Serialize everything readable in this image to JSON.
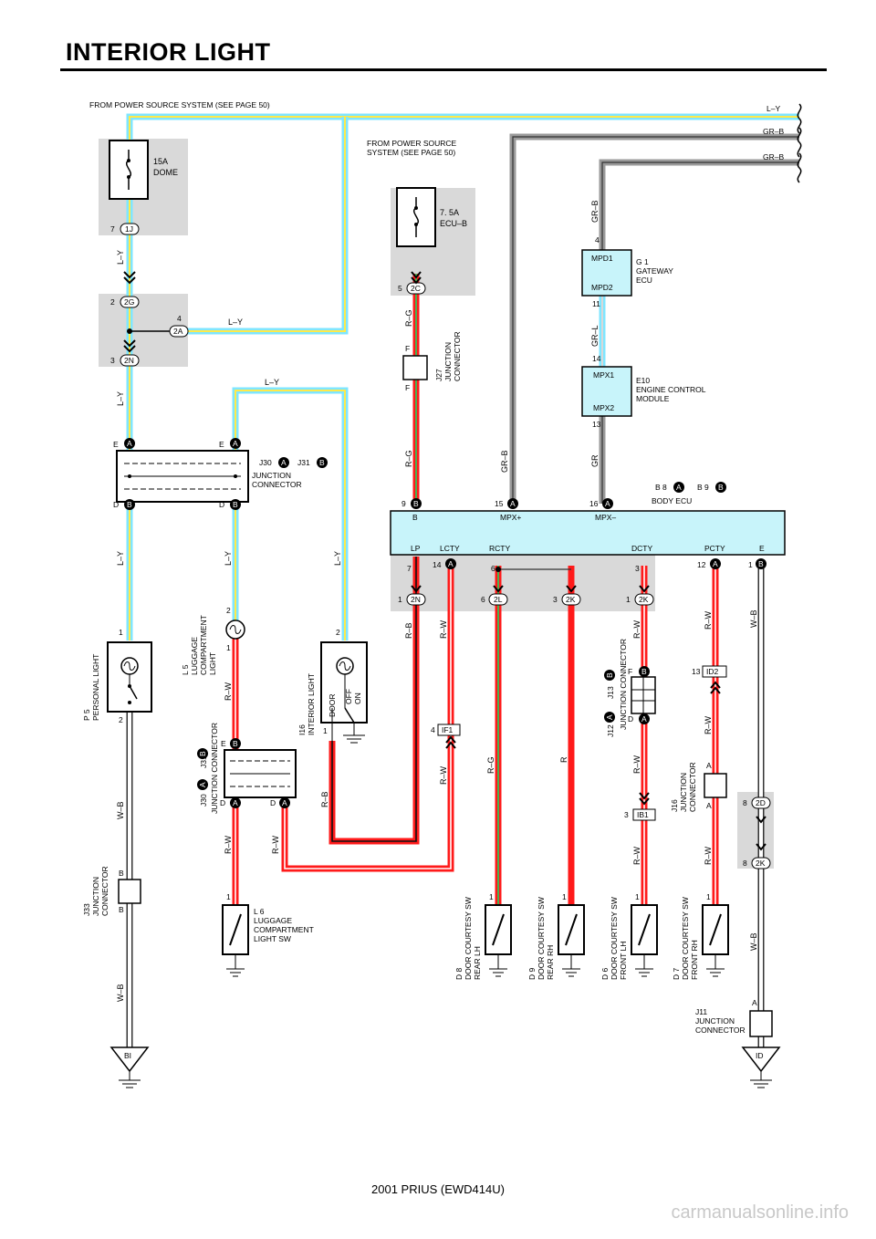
{
  "page": {
    "title": "INTERIOR LIGHT",
    "footer": "2001 PRIUS (EWD414U)",
    "watermark": "carmanualsonline.info"
  },
  "colors": {
    "L-Y": "#7fe6ff",
    "L-Y-stripe": "#ffe94a",
    "GR-B": "#9a9a9a",
    "R": "#ff1a1a",
    "R-W": "#ff1a1a",
    "R-G": "#ff1a1a",
    "G-stripe": "#4caf50",
    "W-B": "#ffffff",
    "shade": "#d9d9d9",
    "ecu_fill": "#c8f4fa"
  },
  "power": {
    "source_left": "FROM POWER SOURCE SYSTEM (SEE PAGE 50)",
    "source_mid_1": "FROM POWER SOURCE",
    "source_mid_2": "SYSTEM (SEE PAGE 50)",
    "bus_labels": [
      "L–Y",
      "GR–B",
      "GR–B"
    ]
  },
  "fuses": [
    {
      "amp": "15A",
      "name": "DOME"
    },
    {
      "amp": "7. 5A",
      "name": "ECU–B"
    }
  ],
  "connector_tags": {
    "c_1J": "1J",
    "c_2G": "2G",
    "c_2A": "2A",
    "c_2N": "2N",
    "c_2C": "2C",
    "c_2N_b": "2N",
    "c_2L": "2L",
    "c_2K_a": "2K",
    "c_2K_b": "2K",
    "c_2D": "2D",
    "c_2K_c": "2K",
    "c_IF1": "IF1",
    "c_IB1": "IB1",
    "c_ID2": "ID2",
    "g_BI": "BI",
    "g_ID": "ID"
  },
  "pins": {
    "p7": "7",
    "p2": "2",
    "p3": "3",
    "p4": "4",
    "p5": "5",
    "pE": "E",
    "pD": "D",
    "pF": "F",
    "p9": "9",
    "p15": "15",
    "p16": "16",
    "p14": "14",
    "p6": "6",
    "p1": "1",
    "p12": "12",
    "p8": "8",
    "p11": "11",
    "p13": "13",
    "pA": "A",
    "pB": "B"
  },
  "letters": {
    "A": "A",
    "B": "B"
  },
  "wires": {
    "LY": "L–Y",
    "RG": "R–G",
    "GRB": "GR–B",
    "GRL": "GR–L",
    "GR": "GR",
    "RB": "R–B",
    "RW": "R–W",
    "R": "R",
    "WB": "W–B"
  },
  "components": {
    "j30_31_ref_1": "J30",
    "j30_31_ref_2": "J31",
    "junction_connector": "JUNCTION",
    "junction_connector_2": "CONNECTOR",
    "junction_connector_full": "JUNCTION CONNECTOR",
    "j27": "J27",
    "gateway_code": "G 1",
    "gateway_1": "GATEWAY",
    "gateway_2": "ECU",
    "mpd1": "MPD1",
    "mpd2": "MPD2",
    "engine_code": "E10",
    "engine_1": "ENGINE CONTROL",
    "engine_2": "MODULE",
    "mpx1": "MPX1",
    "mpx2": "MPX2",
    "body_ecu_ref_1": "B 8",
    "body_ecu_ref_2": "B 9",
    "body_ecu": "BODY ECU",
    "ecu_pin_B": "B",
    "ecu_mpx_plus": "MPX+",
    "ecu_mpx_minus": "MPX–",
    "ecu_lp": "LP",
    "ecu_lcty": "LCTY",
    "ecu_rcty": "RCTY",
    "ecu_dcty": "DCTY",
    "ecu_pcty": "PCTY",
    "ecu_e": "E",
    "p5_code": "P 5",
    "p5_name": "PERSONAL LIGHT",
    "l5_code": "L 5",
    "l5_1": "LUGGAGE",
    "l5_2": "COMPARTMENT",
    "l5_3": "LIGHT",
    "i16_code": "I16",
    "i16_name": "INTERIOR LIGHT",
    "door": "DOOR",
    "off": "OFF",
    "on": "ON",
    "j33": "J33",
    "l6_code": "L 6",
    "l6_1": "LUGGAGE",
    "l6_2": "COMPARTMENT",
    "l6_3": "LIGHT SW",
    "j12": "J12",
    "j13": "J13",
    "j16": "J16",
    "d8_code": "D 8",
    "d8_1": "DOOR COURTESY SW",
    "d8_2": "REAR LH",
    "d9_code": "D 9",
    "d9_1": "DOOR COURTESY SW",
    "d9_2": "REAR RH",
    "d6_code": "D 6",
    "d6_1": "DOOR COURTESY SW",
    "d6_2": "FRONT LH",
    "d7_code": "D 7",
    "d7_1": "DOOR COURTESY SW",
    "d7_2": "FRONT RH",
    "j11": "J11"
  }
}
